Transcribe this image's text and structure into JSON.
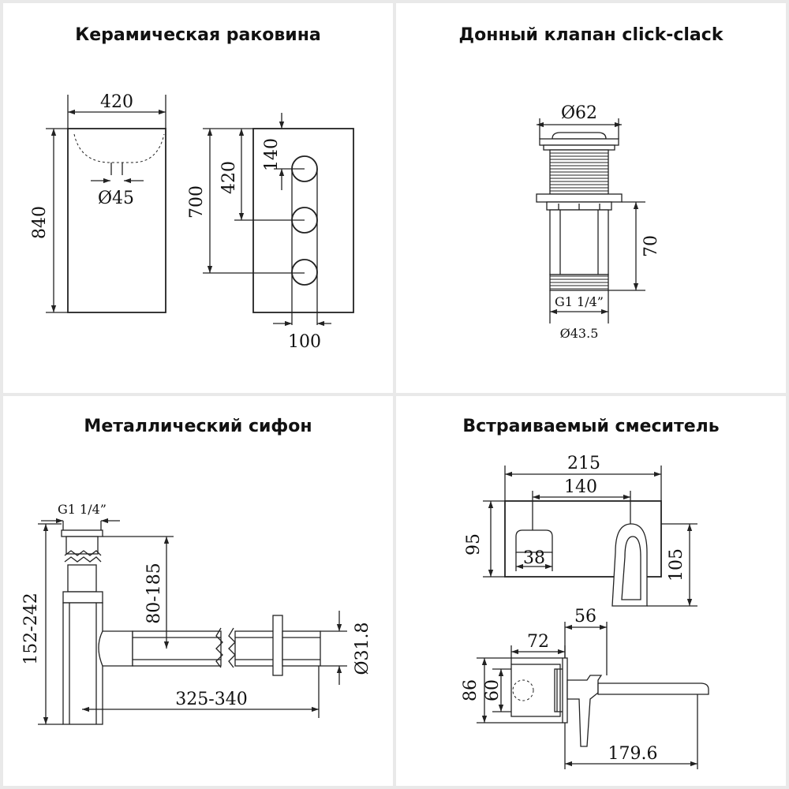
{
  "palette": {
    "background": "#e9e9e9",
    "panel": "#ffffff",
    "ink": "#222222"
  },
  "panels": {
    "sink": {
      "title": "Керамическая раковина",
      "dims": {
        "width": "420",
        "height": "840",
        "drain": "Ø45",
        "side_height": "700",
        "hole_spacing": "420",
        "top_offset": "140",
        "depth": "100"
      }
    },
    "valve": {
      "title": "Донный клапан click-clack",
      "dims": {
        "diameter": "Ø62",
        "height": "70",
        "thread": "G1 1/4”",
        "outer_diameter": "Ø43.5"
      }
    },
    "siphon": {
      "title": "Металлический сифон",
      "dims": {
        "thread": "G1 1/4”",
        "height_range": "152-242",
        "adjust_range": "80-185",
        "length_range": "325-340",
        "pipe_diameter": "Ø31.8"
      }
    },
    "mixer": {
      "title": "Встраиваемый смеситель",
      "dims": {
        "plate_width": "215",
        "lever_offset": "140",
        "plate_height": "95",
        "lever_height": "105",
        "knob_width": "38",
        "depth": "56",
        "body_depth": "72",
        "outer_height": "86",
        "inner_height": "60",
        "spout_length": "179.6"
      }
    }
  }
}
